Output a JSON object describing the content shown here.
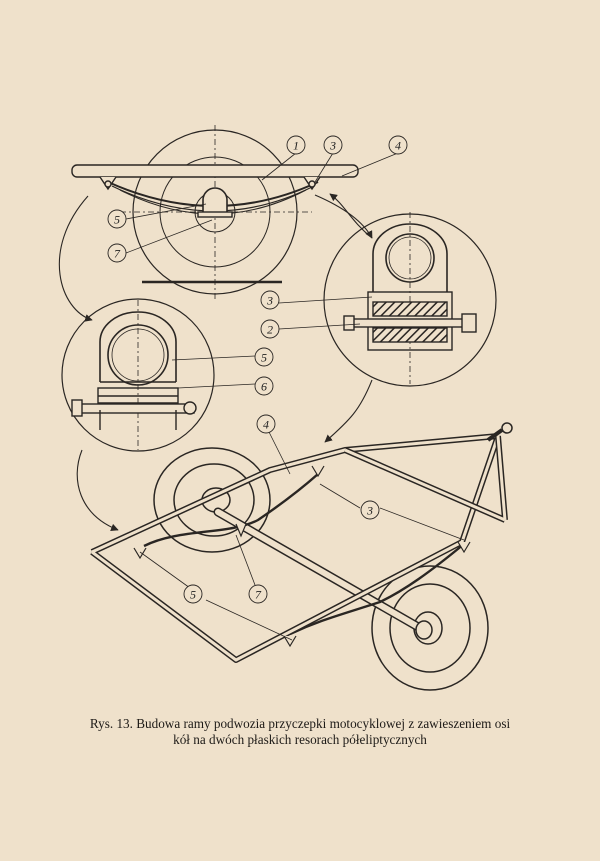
{
  "caption": {
    "line1": "Rys. 13. Budowa ramy podwozia przyczepki motocyklowej z zawieszeniem osi",
    "line2": "kół na dwóch płaskich resorach półeliptycznych"
  },
  "callouts": {
    "top": [
      "1",
      "3",
      "4",
      "5",
      "7"
    ],
    "right_detail": [
      "3",
      "2"
    ],
    "left_detail": [
      "5",
      "6"
    ],
    "isometric": [
      "4",
      "3",
      "5",
      "7"
    ]
  },
  "colors": {
    "paper": "#efe1cb",
    "ink": "#2a2623"
  }
}
